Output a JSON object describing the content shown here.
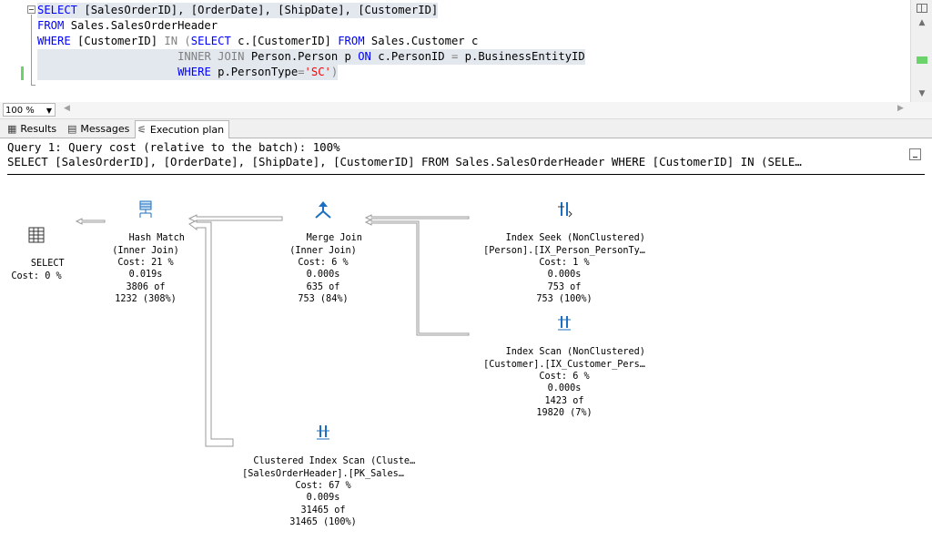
{
  "editor": {
    "lines": [
      {
        "kw1": "SELECT ",
        "t1": "[SalesOrderID], [OrderDate], [ShipDate], [CustomerID]"
      },
      {
        "kw1": "FROM ",
        "t1": "Sales.SalesOrderHeader"
      },
      {
        "kw1": "WHERE ",
        "t1": "[CustomerID] ",
        "g1": "IN (",
        "kw2": "SELECT ",
        "t2": "c.[CustomerID] ",
        "kw3": "FROM ",
        "t3": "Sales.Customer c"
      },
      {
        "g1": "INNER JOIN ",
        "t1": "Person.Person p ",
        "kw1": "ON ",
        "t2": "c.PersonID ",
        "g2": "= ",
        "t3": "p.BusinessEntityID"
      },
      {
        "kw1": "WHERE ",
        "t1": "p.PersonType",
        "g1": "=",
        "r1": "'SC'",
        "g2": ")"
      }
    ]
  },
  "status": {
    "zoom": "100 %"
  },
  "tabs": [
    {
      "label": "Results",
      "icon": "grid-icon"
    },
    {
      "label": "Messages",
      "icon": "document-icon"
    },
    {
      "label": "Execution plan",
      "icon": "plan-icon"
    }
  ],
  "plan": {
    "header": "Query 1: Query cost (relative to the batch): 100%",
    "query": "SELECT [SalesOrderID], [OrderDate], [ShipDate], [CustomerID] FROM Sales.SalesOrderHeader WHERE [CustomerID] IN (SELE…",
    "nodes": {
      "select": {
        "lines": "SELECT\nCost: 0 %"
      },
      "hash": {
        "lines": "Hash Match\n(Inner Join)\nCost: 21 %\n0.019s\n3806 of\n1232 (308%)"
      },
      "merge": {
        "lines": "Merge Join\n(Inner Join)\nCost: 6 %\n0.000s\n635 of\n753 (84%)"
      },
      "seek": {
        "lines": "Index Seek (NonClustered)\n[Person].[IX_Person_PersonTy…\nCost: 1 %\n0.000s\n753 of\n753 (100%)"
      },
      "scan": {
        "lines": "Index Scan (NonClustered)\n[Customer].[IX_Customer_Pers…\nCost: 6 %\n0.000s\n1423 of\n19820 (7%)"
      },
      "clustered": {
        "lines": "Clustered Index Scan (Cluste…\n[SalesOrderHeader].[PK_Sales…\nCost: 67 %\n0.009s\n31465 of\n31465 (100%)"
      }
    }
  },
  "colors": {
    "keyword": "#0000ff",
    "operator": "#808080",
    "string": "#ff0000",
    "icon": "#1e6fbf"
  }
}
